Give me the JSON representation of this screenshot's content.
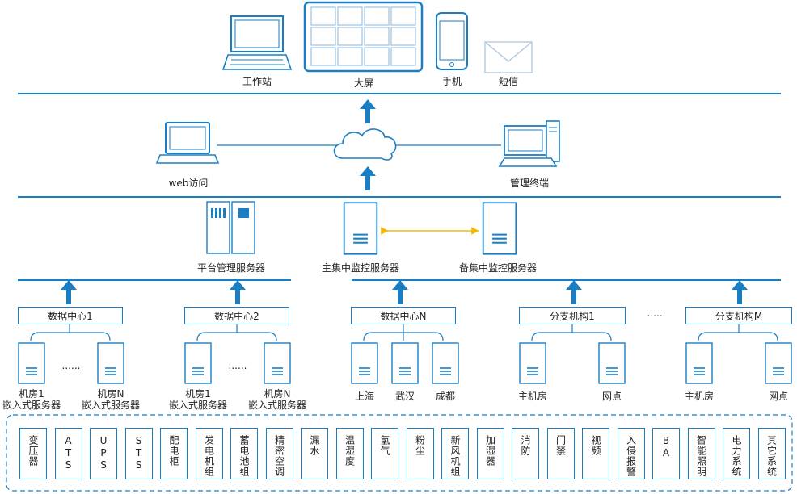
{
  "clients": {
    "workstation": "工作站",
    "bigscreen": "大屏",
    "phone": "手机",
    "sms": "短信"
  },
  "network": {
    "web": "web访问",
    "terminal": "管理终端"
  },
  "servers": {
    "platform": "平台管理服务器",
    "main": "主集中监控服务器",
    "backup": "备集中监控服务器"
  },
  "centers": [
    "数据中心1",
    "数据中心2",
    "数据中心N",
    "分支机构1",
    "分支机构M"
  ],
  "ellipsis": "......",
  "rooms": {
    "room1_line1": "机房1",
    "roomN_line1": "机房N",
    "embedded": "嵌入式服务器",
    "shanghai": "上海",
    "wuhan": "武汉",
    "chengdu": "成都",
    "main_room": "主机房",
    "outlet": "网点"
  },
  "subsystems": [
    "变压器",
    "ATS",
    "UPS",
    "STS",
    "配电柜",
    "发电机组",
    "蓄电池组",
    "精密空调",
    "漏水",
    "温湿度",
    "氢气",
    "粉尘",
    "新风机组",
    "加湿器",
    "消防",
    "门禁",
    "视频",
    "入侵报警",
    "BA",
    "智能照明",
    "电力系统",
    "其它系统"
  ],
  "colors": {
    "line": "#1a7ec4",
    "arrow": "#1a7ec4",
    "sync": "#f5b800"
  }
}
